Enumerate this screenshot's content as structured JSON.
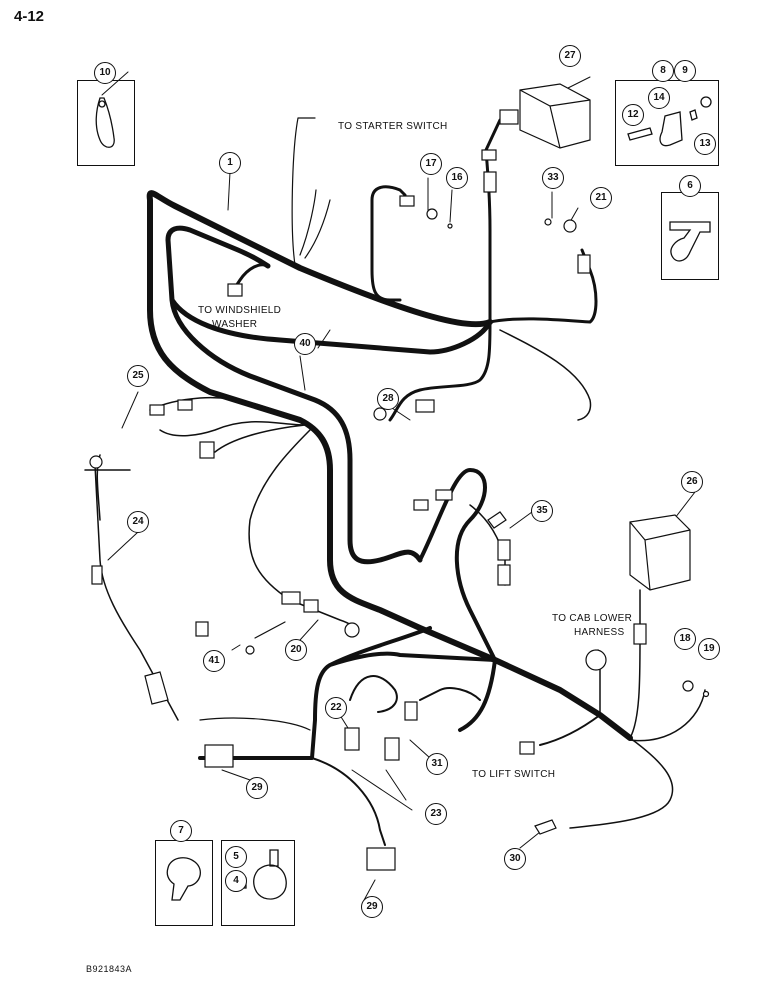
{
  "page_number": "4-12",
  "figure_code": "B921843A",
  "labels": {
    "to_starter_switch": "TO STARTER SWITCH",
    "to_windshield_washer_1": "TO WINDSHIELD",
    "to_windshield_washer_2": "WASHER",
    "to_cab_lower_1": "TO CAB LOWER",
    "to_cab_lower_2": "HARNESS",
    "to_lift_switch": "TO LIFT SWITCH"
  },
  "callouts": {
    "c1": "1",
    "c4": "4",
    "c5": "5",
    "c6": "6",
    "c7": "7",
    "c8": "8",
    "c9": "9",
    "c10": "10",
    "c12": "12",
    "c13": "13",
    "c14": "14",
    "c16": "16",
    "c17": "17",
    "c18": "18",
    "c19": "19",
    "c20": "20",
    "c21": "21",
    "c22": "22",
    "c23": "23",
    "c24": "24",
    "c25": "25",
    "c26": "26",
    "c27": "27",
    "c28": "28",
    "c29a": "29",
    "c29b": "29",
    "c30": "30",
    "c31": "31",
    "c33": "33",
    "c35": "35",
    "c40": "40",
    "c41": "41"
  }
}
